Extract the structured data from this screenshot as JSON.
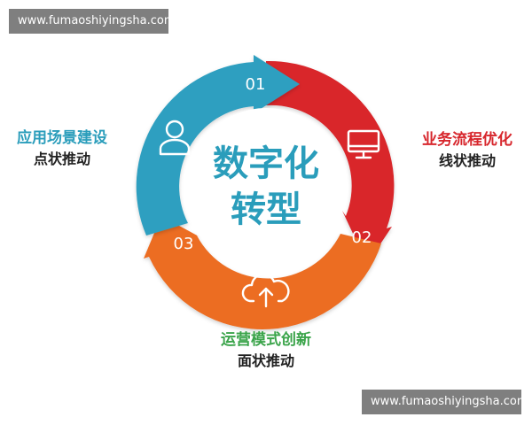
{
  "watermarks": {
    "top": "www.fumaoshiyingsha.com",
    "bottom": "www.fumaoshiyingsha.com"
  },
  "center": {
    "line1": "数字化",
    "line2": "转型"
  },
  "steps": [
    {
      "number": "01",
      "color": "#d9262c",
      "icon": "monitor-icon"
    },
    {
      "number": "02",
      "color": "#ec6d24",
      "icon": "cloud-upload-icon"
    },
    {
      "number": "03",
      "color": "#2e9fc0",
      "icon": "user-icon"
    }
  ],
  "captions": {
    "left": {
      "title": "应用场景建设",
      "subtitle": "点状推动"
    },
    "right": {
      "title": "业务流程优化",
      "subtitle": "线状推动"
    },
    "bottom": {
      "title": "运营模式创新",
      "subtitle": "面状推动"
    }
  },
  "colors": {
    "blue": "#2e9fc0",
    "red": "#d9262c",
    "orange": "#ec6d24",
    "center_text": "#2a9dbb"
  }
}
